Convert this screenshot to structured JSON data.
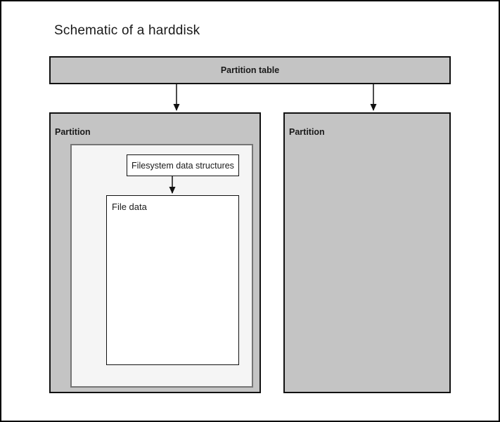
{
  "title": "Schematic of a harddisk",
  "diagram": {
    "partition_table_label": "Partition table",
    "partitions": [
      {
        "label": "Partition"
      },
      {
        "label": "Partition"
      }
    ],
    "filesystem_box_label": "Filesystem data structures",
    "file_data_label": "File data"
  },
  "colors": {
    "canvas-bg": "#ffffff",
    "frame-border": "#000000",
    "partition-fill": "#c4c4c4",
    "inner-fill": "#f5f5f5",
    "white-box-fill": "#ffffff",
    "box-border": "#111111",
    "inner-border": "#757575",
    "arrow": "#111111",
    "text": "#1a1a1a"
  }
}
